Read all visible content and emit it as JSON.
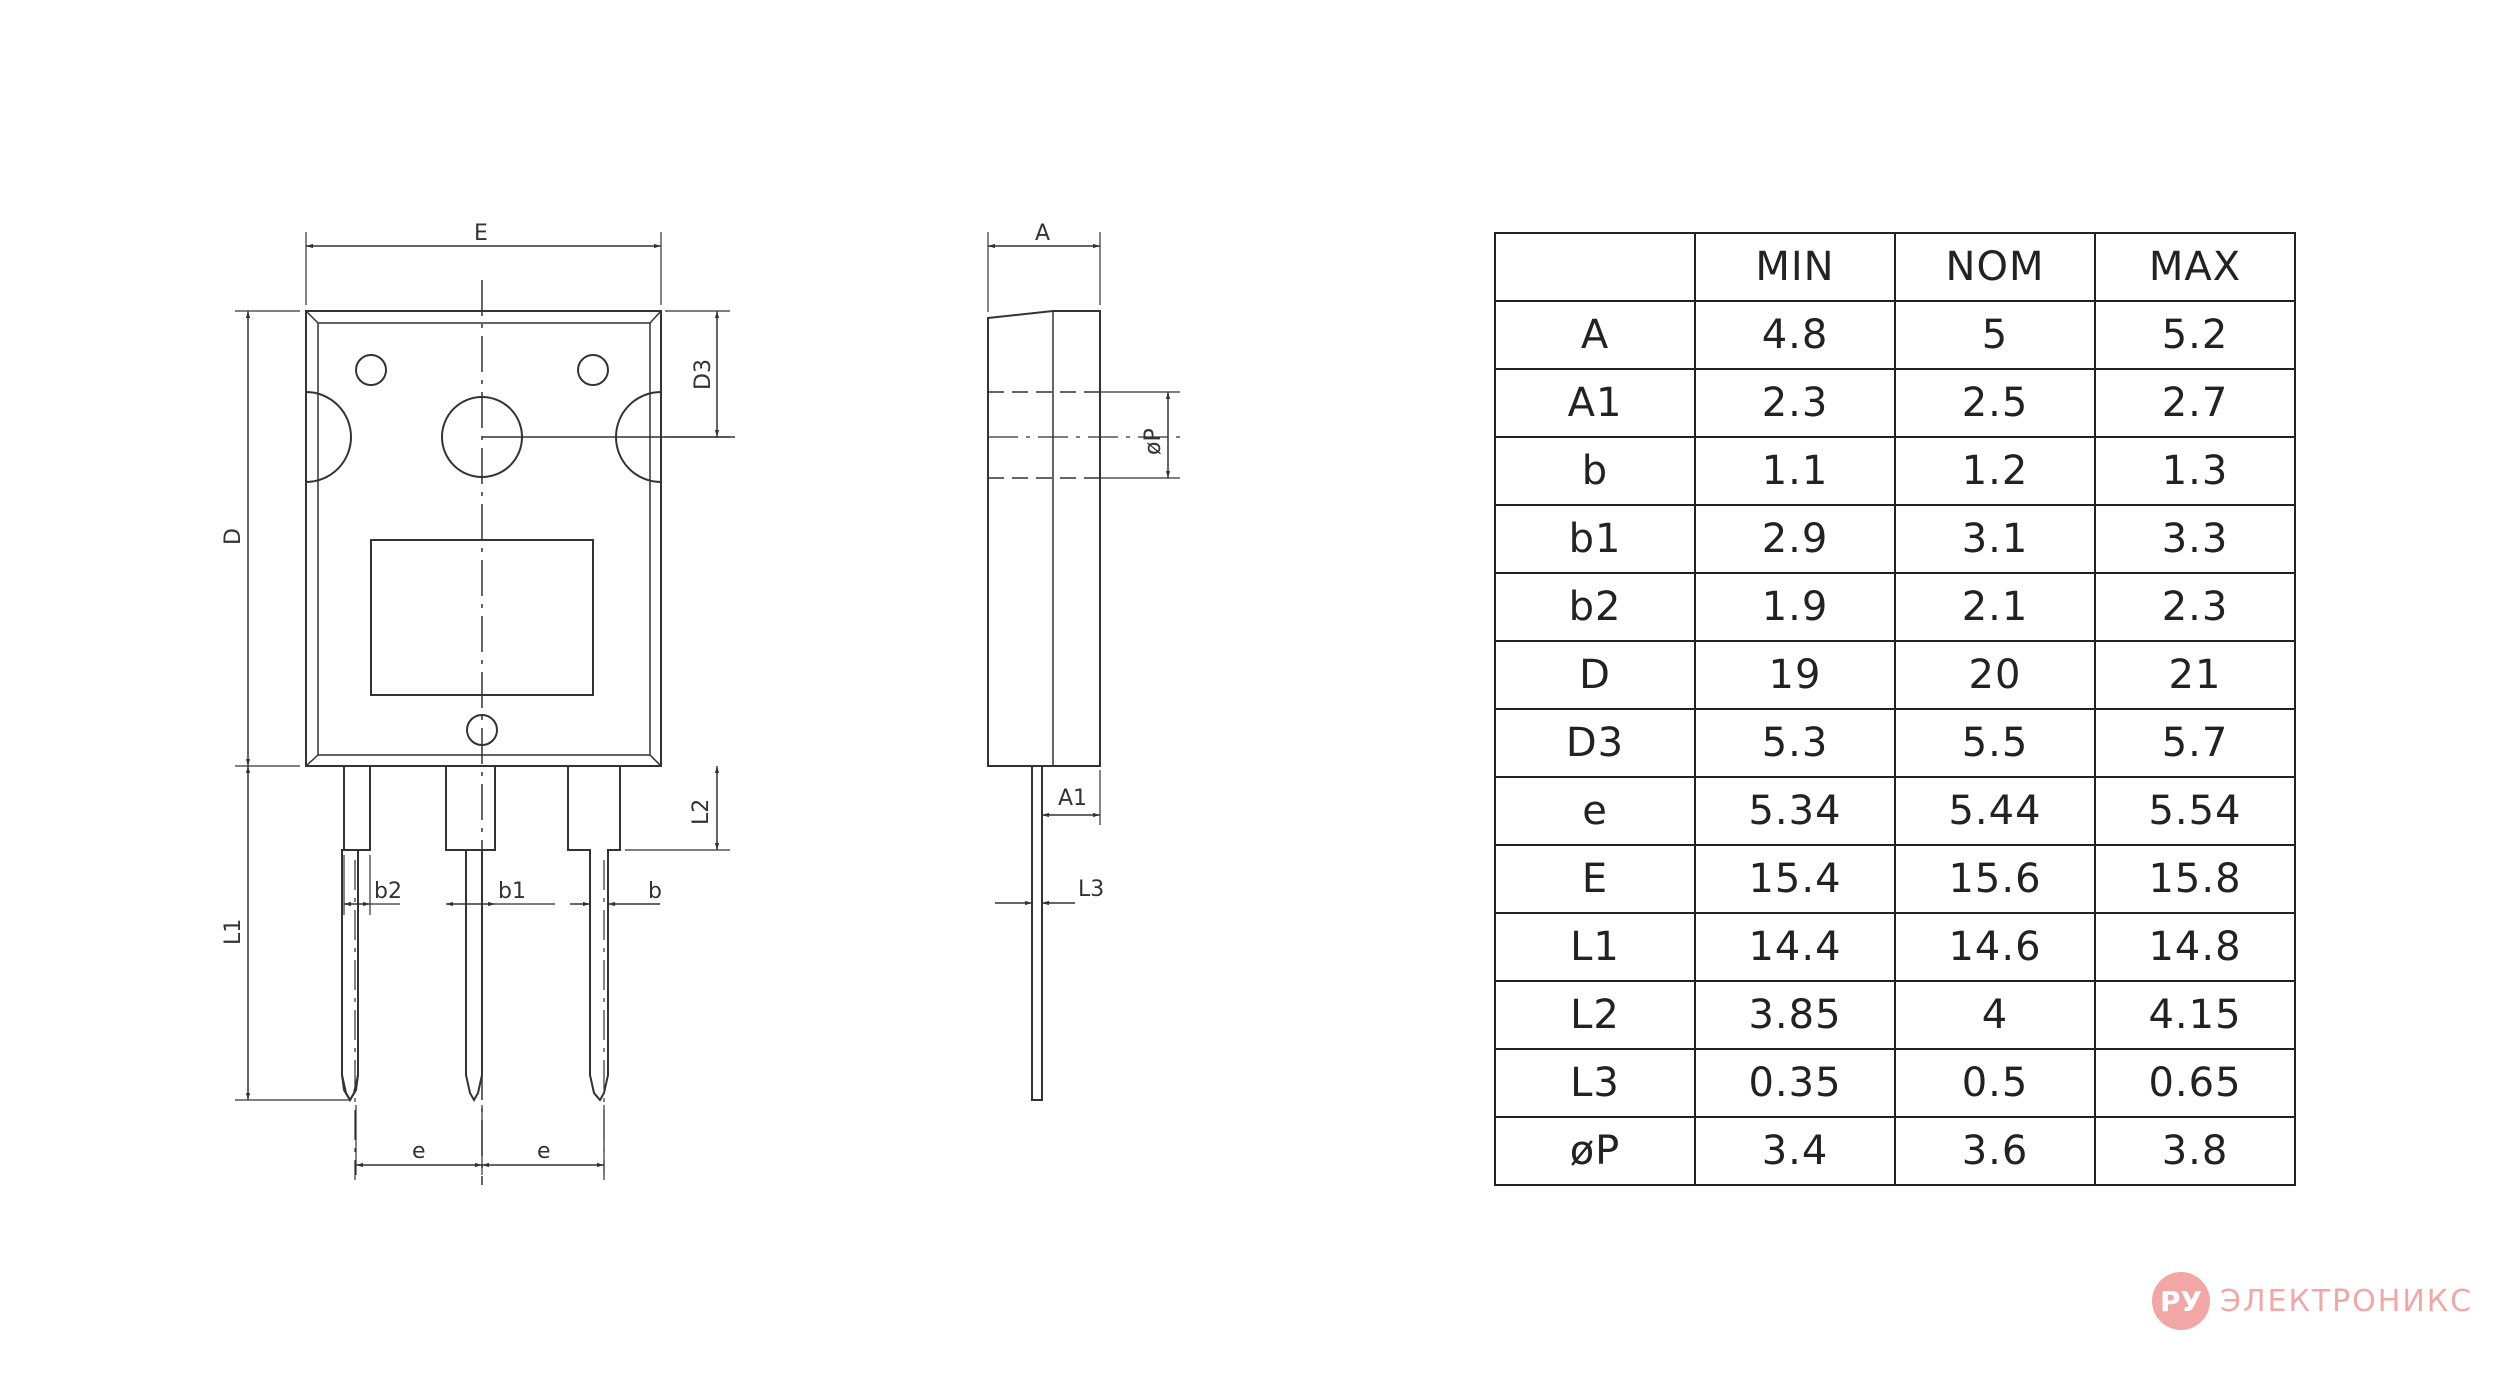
{
  "drawing": {
    "front_view": {
      "labels": {
        "E": "E",
        "D": "D",
        "D3": "D3",
        "L1": "L1",
        "L2": "L2",
        "b2": "b2",
        "b1": "b1",
        "b": "b",
        "e_left": "e",
        "e_right": "e"
      }
    },
    "side_view": {
      "labels": {
        "A": "A",
        "phiP": "øP",
        "A1": "A1",
        "L3": "L3"
      }
    }
  },
  "table": {
    "header": [
      "",
      "MIN",
      "NOM",
      "MAX"
    ],
    "rows": [
      [
        "A",
        "4.8",
        "5",
        "5.2"
      ],
      [
        "A1",
        "2.3",
        "2.5",
        "2.7"
      ],
      [
        "b",
        "1.1",
        "1.2",
        "1.3"
      ],
      [
        "b1",
        "2.9",
        "3.1",
        "3.3"
      ],
      [
        "b2",
        "1.9",
        "2.1",
        "2.3"
      ],
      [
        "D",
        "19",
        "20",
        "21"
      ],
      [
        "D3",
        "5.3",
        "5.5",
        "5.7"
      ],
      [
        "e",
        "5.34",
        "5.44",
        "5.54"
      ],
      [
        "E",
        "15.4",
        "15.6",
        "15.8"
      ],
      [
        "L1",
        "14.4",
        "14.6",
        "14.8"
      ],
      [
        "L2",
        "3.85",
        "4",
        "4.15"
      ],
      [
        "L3",
        "0.35",
        "0.5",
        "0.65"
      ],
      [
        "øP",
        "3.4",
        "3.6",
        "3.8"
      ]
    ]
  },
  "watermark": {
    "logo": "РУ",
    "text": "ЭЛЕКТРОНИКС",
    "color": "#e9615f"
  }
}
